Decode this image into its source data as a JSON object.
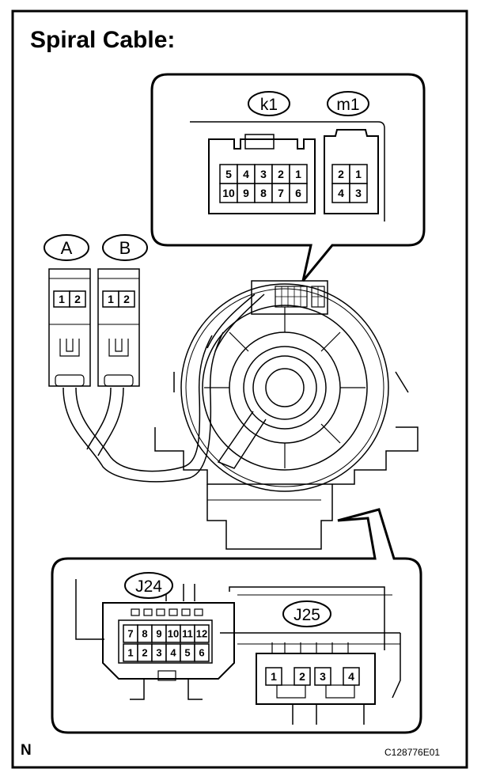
{
  "title": "Spiral Cable:",
  "corner_label": "N",
  "figure_id": "C128776E01",
  "connectors": {
    "k1": {
      "label": "k1",
      "row1": [
        "5",
        "4",
        "3",
        "2",
        "1"
      ],
      "row2": [
        "10",
        "9",
        "8",
        "7",
        "6"
      ]
    },
    "m1": {
      "label": "m1",
      "row1": [
        "2",
        "1"
      ],
      "row2": [
        "4",
        "3"
      ]
    },
    "A": {
      "label": "A",
      "pins": [
        "1",
        "2"
      ]
    },
    "B": {
      "label": "B",
      "pins": [
        "1",
        "2"
      ]
    },
    "J24": {
      "label": "J24",
      "row1": [
        "7",
        "8",
        "9",
        "10",
        "11",
        "12"
      ],
      "row2": [
        "1",
        "2",
        "3",
        "4",
        "5",
        "6"
      ]
    },
    "J25": {
      "label": "J25",
      "pins": [
        "1",
        "2",
        "3",
        "4"
      ]
    }
  }
}
